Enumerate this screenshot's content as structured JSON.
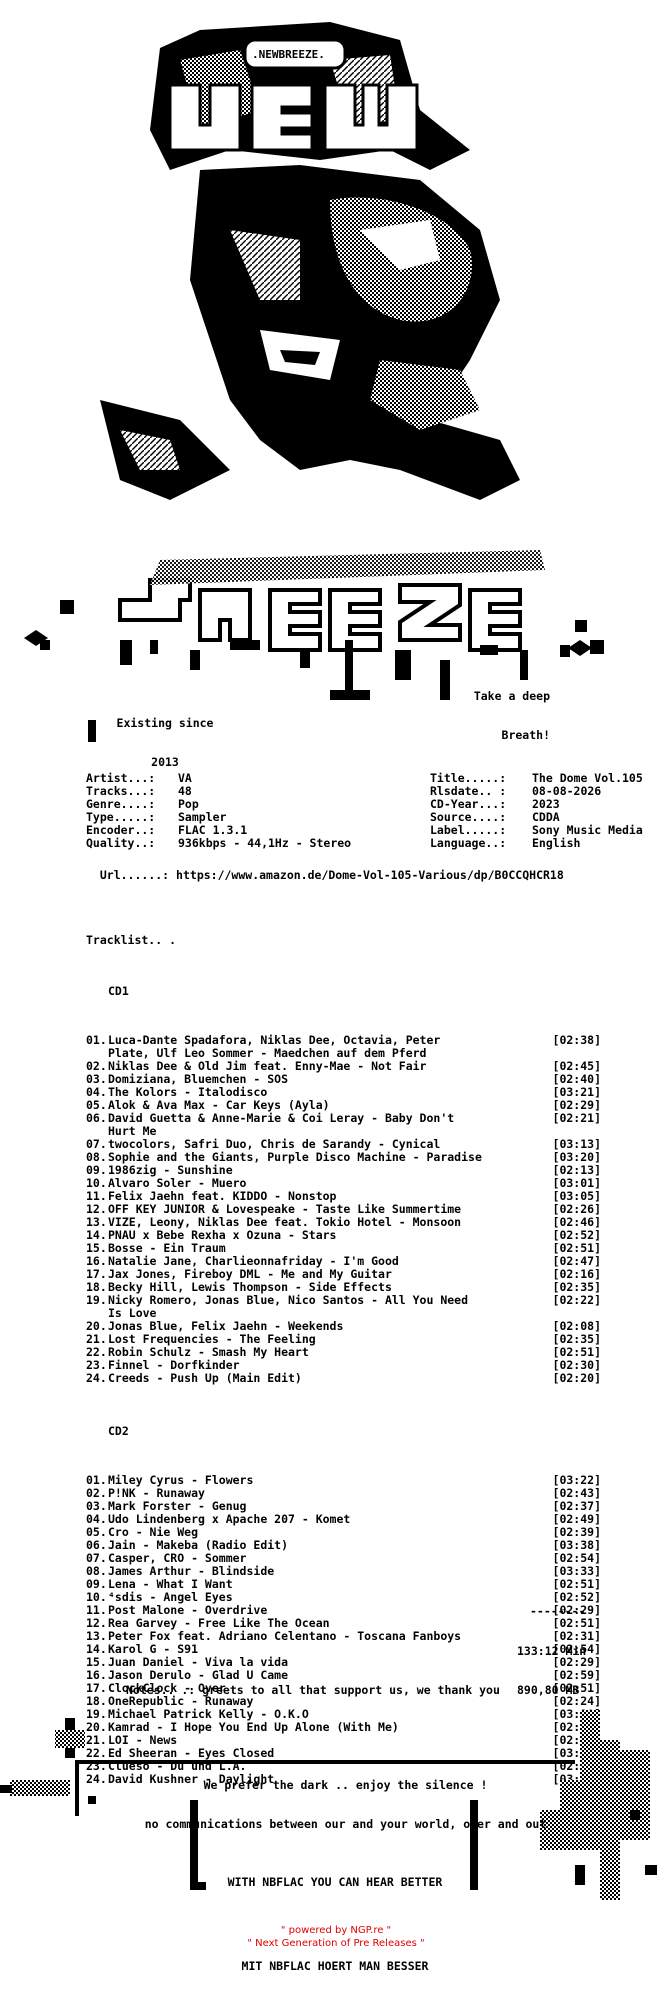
{
  "header_art": {
    "group_tag": ".NEWBREEZE.",
    "existing_since_line1": "Existing since",
    "existing_since_line2": "2013",
    "tagline_line1": "Take a deep",
    "tagline_line2": "Breath!"
  },
  "info": {
    "left": [
      {
        "k": "Artist...:",
        "v": "VA"
      },
      {
        "k": "Tracks...:",
        "v": "48"
      },
      {
        "k": "Genre....:",
        "v": "Pop"
      },
      {
        "k": "Type.....:",
        "v": "Sampler"
      },
      {
        "k": "Encoder..:",
        "v": "FLAC 1.3.1"
      },
      {
        "k": "Quality..:",
        "v": "936kbps - 44,1Hz - Stereo"
      }
    ],
    "right": [
      {
        "k": "Title.....:",
        "v": "The Dome Vol.105"
      },
      {
        "k": "Rlsdate.. :",
        "v": "08-08-2026"
      },
      {
        "k": "CD-Year...:",
        "v": "2023"
      },
      {
        "k": "Source....:",
        "v": "CDDA"
      },
      {
        "k": "Label.....:",
        "v": "Sony Music Media"
      },
      {
        "k": "Language..:",
        "v": "English"
      }
    ],
    "url_key": "Url......:",
    "url": "https://www.amazon.de/Dome-Vol-105-Various/dp/B0CCQHCR18"
  },
  "tracklist_heading": "Tracklist.. .",
  "cd1": {
    "label": "CD1",
    "tracks": [
      {
        "n": "01.",
        "t": "Luca-Dante Spadafora, Niklas Dee, Octavia, Peter\nPlate, Ulf Leo Sommer - Maedchen auf dem Pferd",
        "d": "[02:38]"
      },
      {
        "n": "02.",
        "t": "Niklas Dee & Old Jim feat. Enny-Mae - Not Fair",
        "d": "[02:45]"
      },
      {
        "n": "03.",
        "t": "Domiziana, Bluemchen - SOS",
        "d": "[02:40]"
      },
      {
        "n": "04.",
        "t": "The Kolors - Italodisco",
        "d": "[03:21]"
      },
      {
        "n": "05.",
        "t": "Alok & Ava Max - Car Keys (Ayla)",
        "d": "[02:29]"
      },
      {
        "n": "06.",
        "t": "David Guetta & Anne-Marie & Coi Leray - Baby Don't\nHurt Me",
        "d": "[02:21]"
      },
      {
        "n": "07.",
        "t": "twocolors, Safri Duo, Chris de Sarandy - Cynical",
        "d": "[03:13]"
      },
      {
        "n": "08.",
        "t": "Sophie and the Giants, Purple Disco Machine - Paradise",
        "d": "[03:20]"
      },
      {
        "n": "09.",
        "t": "1986zig - Sunshine",
        "d": "[02:13]"
      },
      {
        "n": "10.",
        "t": "Alvaro Soler - Muero",
        "d": "[03:01]"
      },
      {
        "n": "11.",
        "t": "Felix Jaehn feat. KIDDO - Nonstop",
        "d": "[03:05]"
      },
      {
        "n": "12.",
        "t": "OFF KEY JUNIOR & Lovespeake - Taste Like Summertime",
        "d": "[02:26]"
      },
      {
        "n": "13.",
        "t": "VIZE, Leony, Niklas Dee feat. Tokio Hotel - Monsoon",
        "d": "[02:46]"
      },
      {
        "n": "14.",
        "t": "PNAU x Bebe Rexha x Ozuna - Stars",
        "d": "[02:52]"
      },
      {
        "n": "15.",
        "t": "Bosse - Ein Traum",
        "d": "[02:51]"
      },
      {
        "n": "16.",
        "t": "Natalie Jane, Charlieonnafriday - I'm Good",
        "d": "[02:47]"
      },
      {
        "n": "17.",
        "t": "Jax Jones, Fireboy DML - Me and My Guitar",
        "d": "[02:16]"
      },
      {
        "n": "18.",
        "t": "Becky Hill, Lewis Thompson - Side Effects",
        "d": "[02:35]"
      },
      {
        "n": "19.",
        "t": "Nicky Romero, Jonas Blue, Nico Santos - All You Need\nIs Love",
        "d": "[02:22]"
      },
      {
        "n": "20.",
        "t": "Jonas Blue, Felix Jaehn - Weekends",
        "d": "[02:08]"
      },
      {
        "n": "21.",
        "t": "Lost Frequencies - The Feeling",
        "d": "[02:35]"
      },
      {
        "n": "22.",
        "t": "Robin Schulz - Smash My Heart",
        "d": "[02:51]"
      },
      {
        "n": "23.",
        "t": "Finnel - Dorfkinder",
        "d": "[02:30]"
      },
      {
        "n": "24.",
        "t": "Creeds - Push Up (Main Edit)",
        "d": "[02:20]"
      }
    ]
  },
  "cd2": {
    "label": "CD2",
    "tracks": [
      {
        "n": "01.",
        "t": "Miley Cyrus - Flowers",
        "d": "[03:22]"
      },
      {
        "n": "02.",
        "t": "P!NK - Runaway",
        "d": "[02:43]"
      },
      {
        "n": "03.",
        "t": "Mark Forster - Genug",
        "d": "[02:37]"
      },
      {
        "n": "04.",
        "t": "Udo Lindenberg x Apache 207 - Komet",
        "d": "[02:49]"
      },
      {
        "n": "05.",
        "t": "Cro - Nie Weg",
        "d": "[02:39]"
      },
      {
        "n": "06.",
        "t": "Jain - Makeba (Radio Edit)",
        "d": "[03:38]"
      },
      {
        "n": "07.",
        "t": "Casper, CRO - Sommer",
        "d": "[02:54]"
      },
      {
        "n": "08.",
        "t": "James Arthur - Blindside",
        "d": "[03:33]"
      },
      {
        "n": "09.",
        "t": "Lena - What I Want",
        "d": "[02:51]"
      },
      {
        "n": "10.",
        "t": "⁴sdis - Angel Eyes",
        "d": "[02:52]"
      },
      {
        "n": "11.",
        "t": "Post Malone - Overdrive",
        "d": "[02:29]"
      },
      {
        "n": "12.",
        "t": "Rea Garvey - Free Like The Ocean",
        "d": "[02:51]"
      },
      {
        "n": "13.",
        "t": "Peter Fox feat. Adriano Celentano - Toscana Fanboys",
        "d": "[02:31]"
      },
      {
        "n": "14.",
        "t": "Karol G - S91",
        "d": "[02:54]"
      },
      {
        "n": "15.",
        "t": "Juan Daniel - Viva la vida",
        "d": "[02:29]"
      },
      {
        "n": "16.",
        "t": "Jason Derulo - Glad U Came",
        "d": "[02:59]"
      },
      {
        "n": "17.",
        "t": "ClockClock - Over",
        "d": "[02:51]"
      },
      {
        "n": "18.",
        "t": "OneRepublic - Runaway",
        "d": "[02:24]"
      },
      {
        "n": "19.",
        "t": "Michael Patrick Kelly - O.K.O",
        "d": "[03:10]"
      },
      {
        "n": "20.",
        "t": "Kamrad - I Hope You End Up Alone (With Me)",
        "d": "[02:14]"
      },
      {
        "n": "21.",
        "t": "LOI - News",
        "d": "[02:29]"
      },
      {
        "n": "22.",
        "t": "Ed Sheeran - Eyes Closed",
        "d": "[03:16]"
      },
      {
        "n": "23.",
        "t": "Clueso - Du und L.A.",
        "d": "[02:40]"
      },
      {
        "n": "24.",
        "t": "David Kushner - Daylight",
        "d": "[03:32]"
      }
    ]
  },
  "totals": {
    "separator": "--------",
    "runtime": "133:12 Min",
    "size": "890,80 MB"
  },
  "notes": "Notes.. .: greets to all that support us, we thank you",
  "footer": {
    "line1": "We prefer the dark .. enjoy the silence !",
    "line2": "no communications between our and your world, over and out",
    "slogan_en": "WITH NBFLAC YOU CAN HEAR BETTER",
    "slogan_de": "MIT NBFLAC HOERT MAN BESSER"
  },
  "powered": {
    "line1": "\" powered by NGP.re \"",
    "line2": "\" Next Generation of Pre Releases \"",
    "color": "#e00000"
  }
}
